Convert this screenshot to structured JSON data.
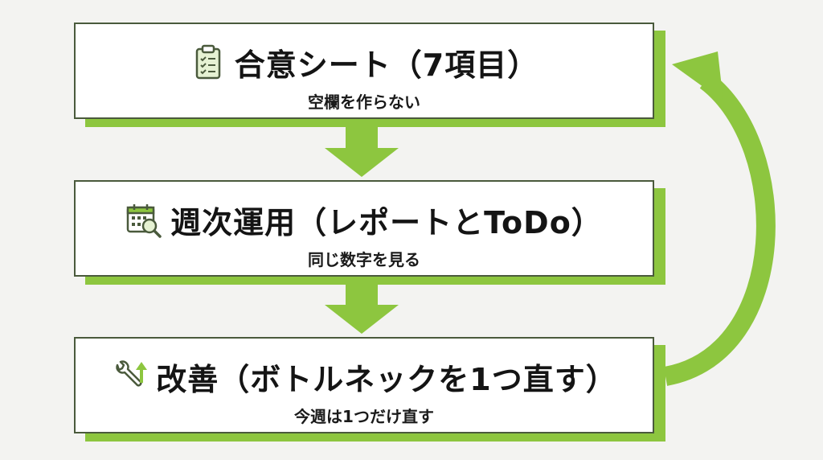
{
  "colors": {
    "accent_green": "#8dc63f",
    "border": "#4a5a3c",
    "box_fill": "#ffffff",
    "background": "#f3f3f1",
    "text": "#141414"
  },
  "steps": [
    {
      "icon": "clipboard-checklist-icon",
      "title": "合意シート（7項目）",
      "subtitle": "空欄を作らない"
    },
    {
      "icon": "calendar-search-icon",
      "title": "週次運用（レポートとToDo）",
      "subtitle": "同じ数字を見る"
    },
    {
      "icon": "wrench-arrow-icon",
      "title": "改善（ボトルネックを1つ直す）",
      "subtitle": "今週は1つだけ直す"
    }
  ]
}
